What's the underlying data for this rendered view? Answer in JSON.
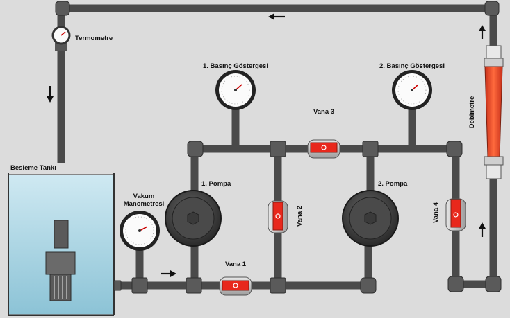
{
  "labels": {
    "termometre": "Termometre",
    "besleme_tanki": "Besleme Tankı",
    "vakum_line1": "Vakum",
    "vakum_line2": "Manometresi",
    "basinc_1": "1. Basınç Göstergesi",
    "basinc_2": "2. Basınç Göstergesi",
    "vana_1": "Vana 1",
    "vana_2": "Vana 2",
    "vana_3": "Vana 3",
    "vana_4": "Vana 4",
    "pompa_1": "1. Pompa",
    "pompa_2": "2. Pompa",
    "debimetre": "Debimetre"
  },
  "colors": {
    "background": "#dcdcdc",
    "pipe": "#4a4a4a",
    "fitting": "#5a5a5a",
    "valve_body": "#c9c9c9",
    "valve_handle": "#e8281c",
    "tank_water": "#a8d4e3",
    "flowmeter": "#ee4a2a",
    "pump_body": "#3a3a3a",
    "pump_accent": "#2a5fa8"
  },
  "icons": [
    "flow-arrow-icon",
    "gauge-icon",
    "valve-icon",
    "pump-icon",
    "thermometer-icon"
  ]
}
